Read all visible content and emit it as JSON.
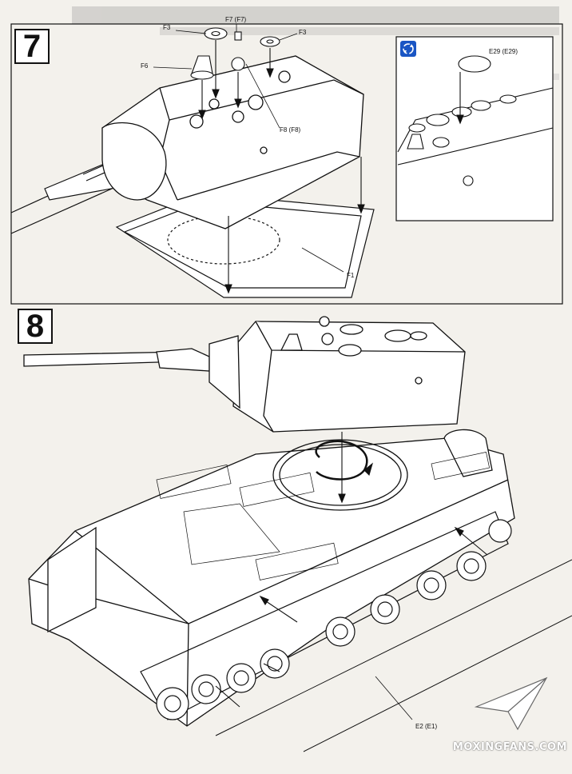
{
  "steps": {
    "step7": {
      "number": "7"
    },
    "step8": {
      "number": "8"
    }
  },
  "labels": {
    "f3_left": "F3",
    "f7": "F7 (F7)",
    "f3_right": "F3",
    "f6": "F6",
    "f8": "F8 (F8)",
    "f1": "F1",
    "e29": "E29 (E29)",
    "e2": "E2 (E1)"
  },
  "icons": {
    "repeat": "repeat-both-sides-icon",
    "watermark_logo": "paper-plane-icon"
  },
  "colors": {
    "line": "#111111",
    "paper": "#f3f1ec",
    "accent": "#1a56c4"
  },
  "watermark": {
    "text": "MOXINGFANS.COM"
  }
}
